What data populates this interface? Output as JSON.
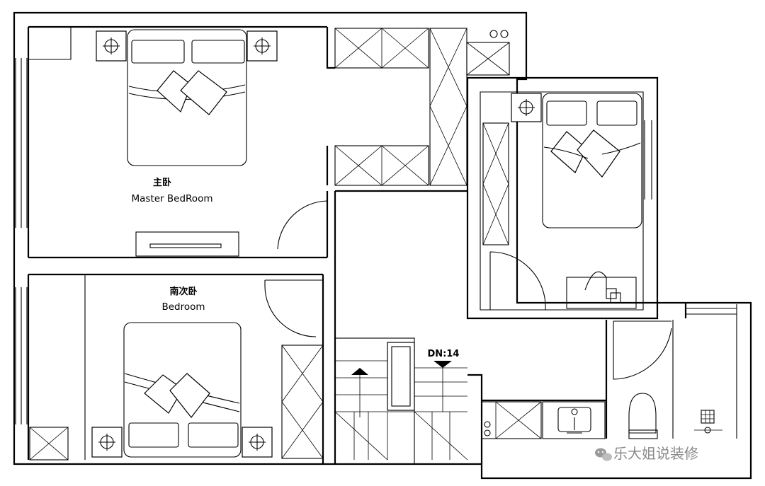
{
  "rooms": {
    "master": {
      "name_cn": "主卧",
      "name_en": "Master BedRoom"
    },
    "south": {
      "name_cn": "南次卧",
      "name_en": "Bedroom"
    }
  },
  "stairs": {
    "down_label": "DN:14"
  },
  "watermark": {
    "text": "乐大姐说装修",
    "icon": "wechat-icon"
  }
}
